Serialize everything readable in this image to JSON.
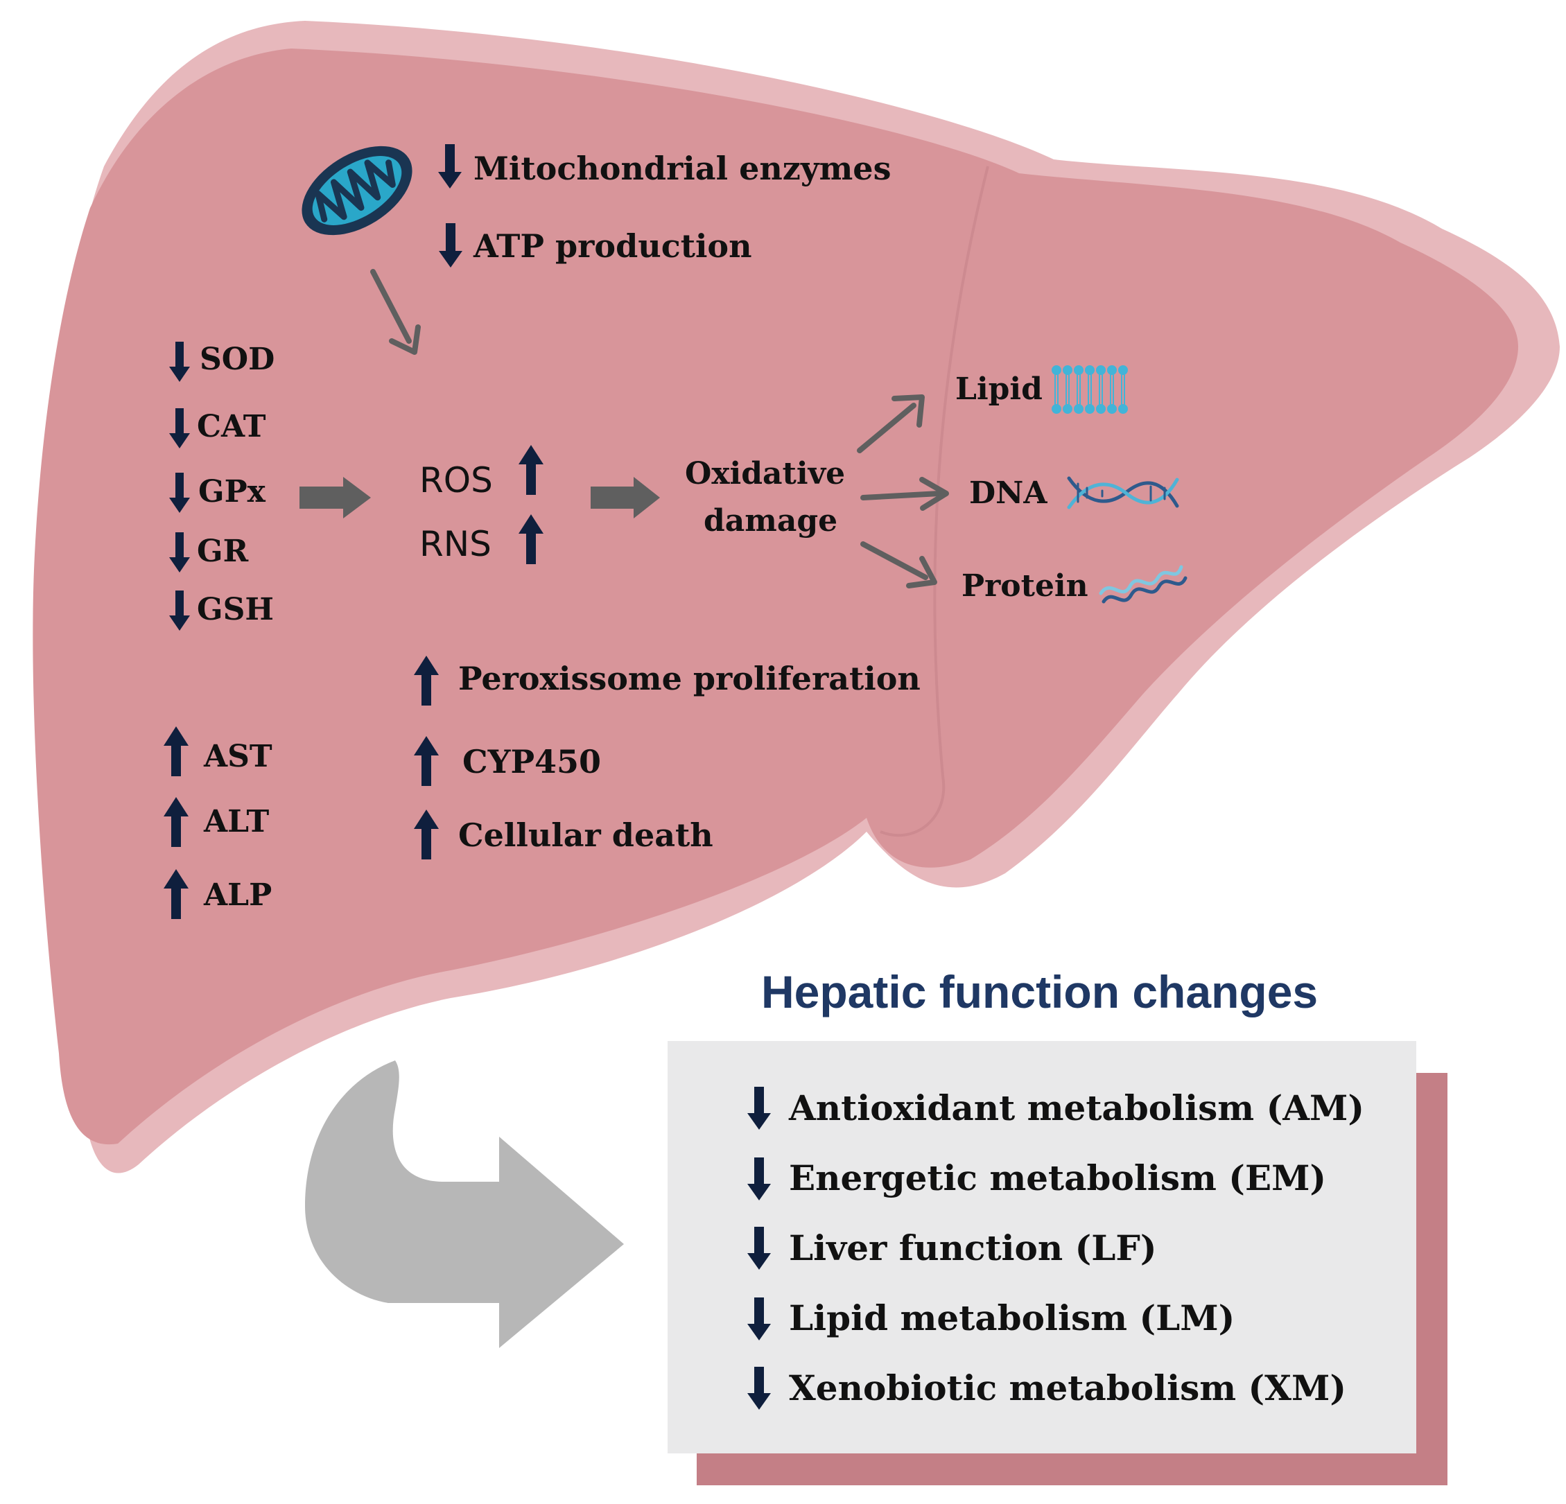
{
  "colors": {
    "liver": "#d8959a",
    "liver_outline": "#e7b8bc",
    "navy": "#0f1f3d",
    "gray_arrow": "#5f5f5f",
    "big_arrow": "#b7b7b7",
    "box": "#e9e9ea",
    "box_shadow": "#c47f86",
    "title": "#1f3864"
  },
  "top": {
    "mito_enzymes": "Mitochondrial enzymes",
    "atp": "ATP production",
    "mito_icon": "mitochondrion-icon"
  },
  "enzymes_down": [
    "SOD",
    "CAT",
    "GPx",
    "GR",
    "GSH"
  ],
  "markers_up": [
    "AST",
    "ALT",
    "ALP"
  ],
  "species": {
    "ros": "ROS",
    "rns": "RNS"
  },
  "damage": {
    "line1": "Oxidative",
    "line2": "damage"
  },
  "targets": {
    "lipid": "Lipid",
    "dna": "DNA",
    "protein": "Protein"
  },
  "effects_up": {
    "peroxisome": "Peroxissome  proliferation",
    "cyp": "CYP450",
    "death": "Cellular death"
  },
  "box": {
    "title": "Hepatic function changes",
    "items": [
      "Antioxidant metabolism (AM)",
      "Energetic metabolism (EM)",
      "Liver function (LF)",
      "Lipid metabolism (LM)",
      "Xenobiotic metabolism (XM)"
    ]
  }
}
